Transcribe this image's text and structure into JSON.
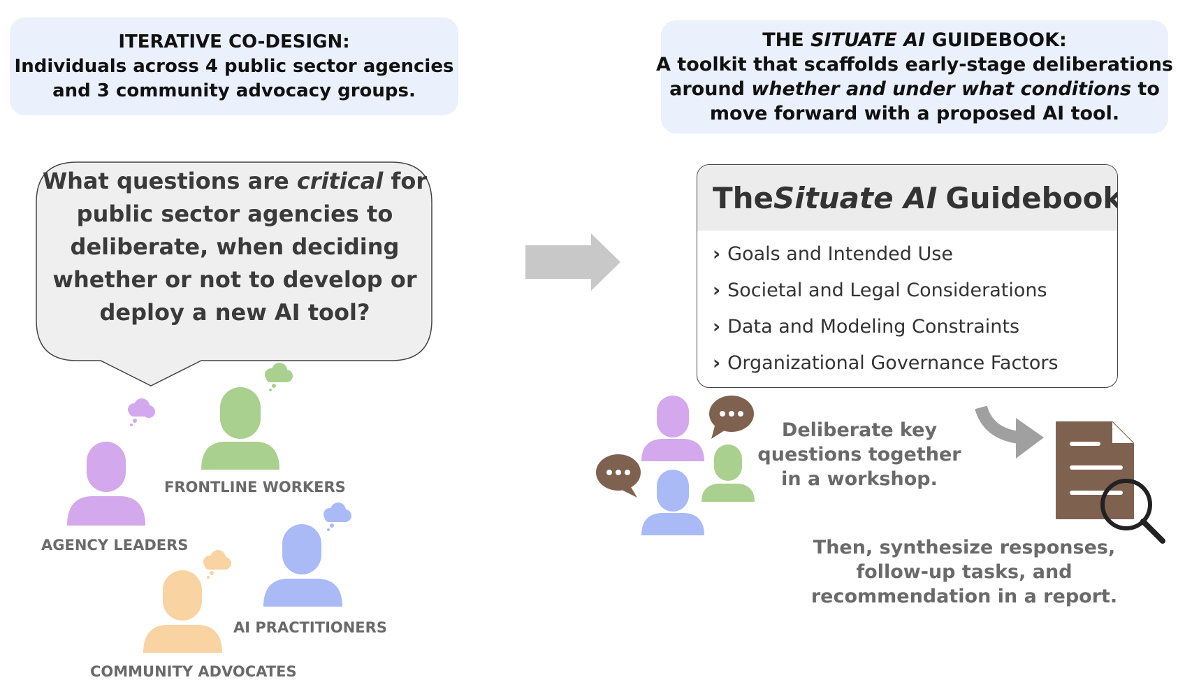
{
  "left_panel": {
    "header_lines": [
      "ITERATIVE CO-DESIGN:",
      "Individuals across 4 public sector agencies",
      "and 3 community advocacy groups."
    ],
    "question": {
      "line1_pre": "What questions are ",
      "line1_em": "critical",
      "line1_post": " for",
      "line2": "public sector agencies to",
      "line3": "deliberate, when deciding",
      "line4": "whether or not to develop or",
      "line5": "deploy a new AI tool?"
    },
    "roles": [
      {
        "label": "FRONTLINE WORKERS",
        "color": "#a9d08e"
      },
      {
        "label": "AGENCY LEADERS",
        "color": "#d4a8ec"
      },
      {
        "label": "AI PRACTITIONERS",
        "color": "#a9baf7"
      },
      {
        "label": "COMMUNITY ADVOCATES",
        "color": "#f9d3a2"
      }
    ]
  },
  "right_panel": {
    "header": {
      "line1_pre": "THE ",
      "line1_em": "SITUATE AI",
      "line1_post": " GUIDEBOOK:",
      "line2": "A toolkit that scaffolds early-stage deliberations",
      "line3_pre": "around ",
      "line3_em": "whether and under what conditions",
      "line3_post": " to",
      "line4": "move forward with a proposed AI tool."
    },
    "guidebook": {
      "title_pre": "The ",
      "title_em": "Situate AI",
      "title_post": " Guidebook",
      "bullet_glyph": "›",
      "items": [
        "Goals and Intended Use",
        "Societal and Legal Considerations",
        "Data and Modeling Constraints",
        "Organizational Governance Factors"
      ]
    },
    "workshop_caption": [
      "Deliberate key",
      "questions together",
      "in a workshop."
    ],
    "report_caption": [
      "Then, synthesize responses,",
      "follow-up tasks, and",
      "recommendation in a report."
    ]
  },
  "colors": {
    "header_box": "#eaf0fc",
    "bubble_fill": "#efefef",
    "arrow": "#c8c8c8",
    "chat_bubble": "#7f6150",
    "document": "#7f6150",
    "text_gray": "#6a6a6a"
  },
  "icons": [
    "person-icon",
    "thought-cloud-icon",
    "chat-bubble-icon",
    "document-icon",
    "magnifier-icon",
    "arrow-right-icon",
    "curved-arrow-icon"
  ]
}
